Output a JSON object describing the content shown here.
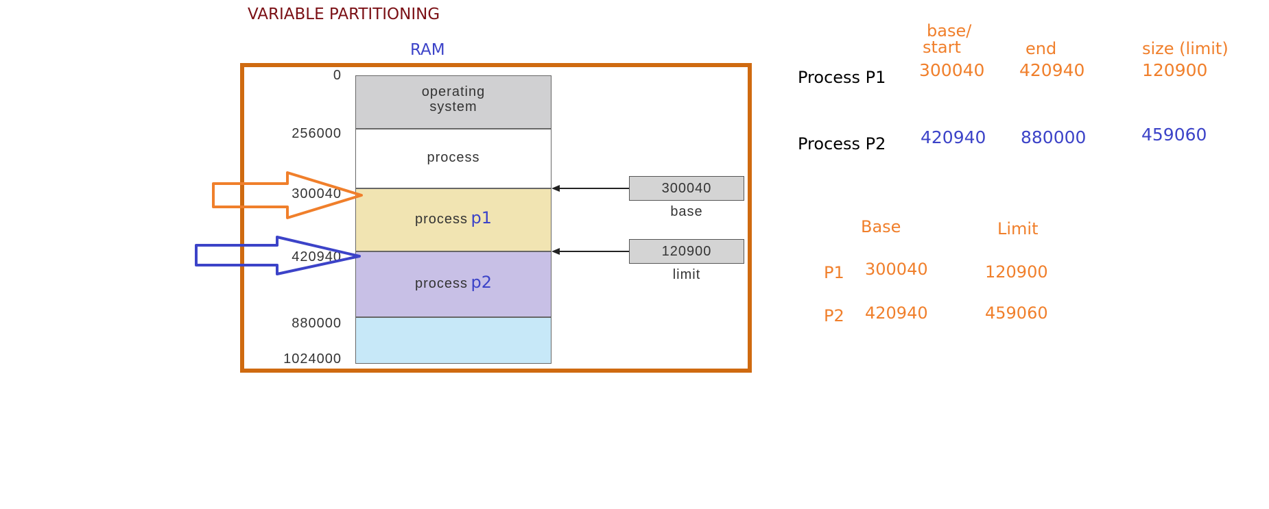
{
  "title": "VARIABLE PARTITIONING",
  "ram_label": "RAM",
  "addresses": [
    "0",
    "256000",
    "300040",
    "420940",
    "880000",
    "1024000"
  ],
  "segments": {
    "os_line1": "operating",
    "os_line2": "system",
    "process": "process",
    "process_p1": "process",
    "p1_tag": "p1",
    "process_p2": "process",
    "p2_tag": "p2"
  },
  "registers": {
    "base_value": "300040",
    "base_label": "base",
    "limit_value": "120900",
    "limit_label": "limit"
  },
  "process_table": {
    "headers": [
      "base/\nstart",
      "end",
      "size (limit)"
    ],
    "header_base_line1": "base/",
    "header_base_line2": "start",
    "rows": [
      {
        "name": "Process P1",
        "start": "300040",
        "end": "420940",
        "size": "120900"
      },
      {
        "name": "Process P2",
        "start": "420940",
        "end": "880000",
        "size": "459060"
      }
    ]
  },
  "base_limit_table": {
    "headers": [
      "Base",
      "Limit"
    ],
    "rows": [
      {
        "name": "P1",
        "base": "300040",
        "limit": "120900"
      },
      {
        "name": "P2",
        "base": "420940",
        "limit": "459060"
      }
    ]
  },
  "colors": {
    "frame": "#cf6a10",
    "title": "#7a0f14",
    "orange": "#f07f2b",
    "blue": "#3c43c8",
    "os": "#d0d0d2",
    "p1": "#f1e4b2",
    "p2": "#c8c0e6",
    "free": "#c7e8f8"
  }
}
